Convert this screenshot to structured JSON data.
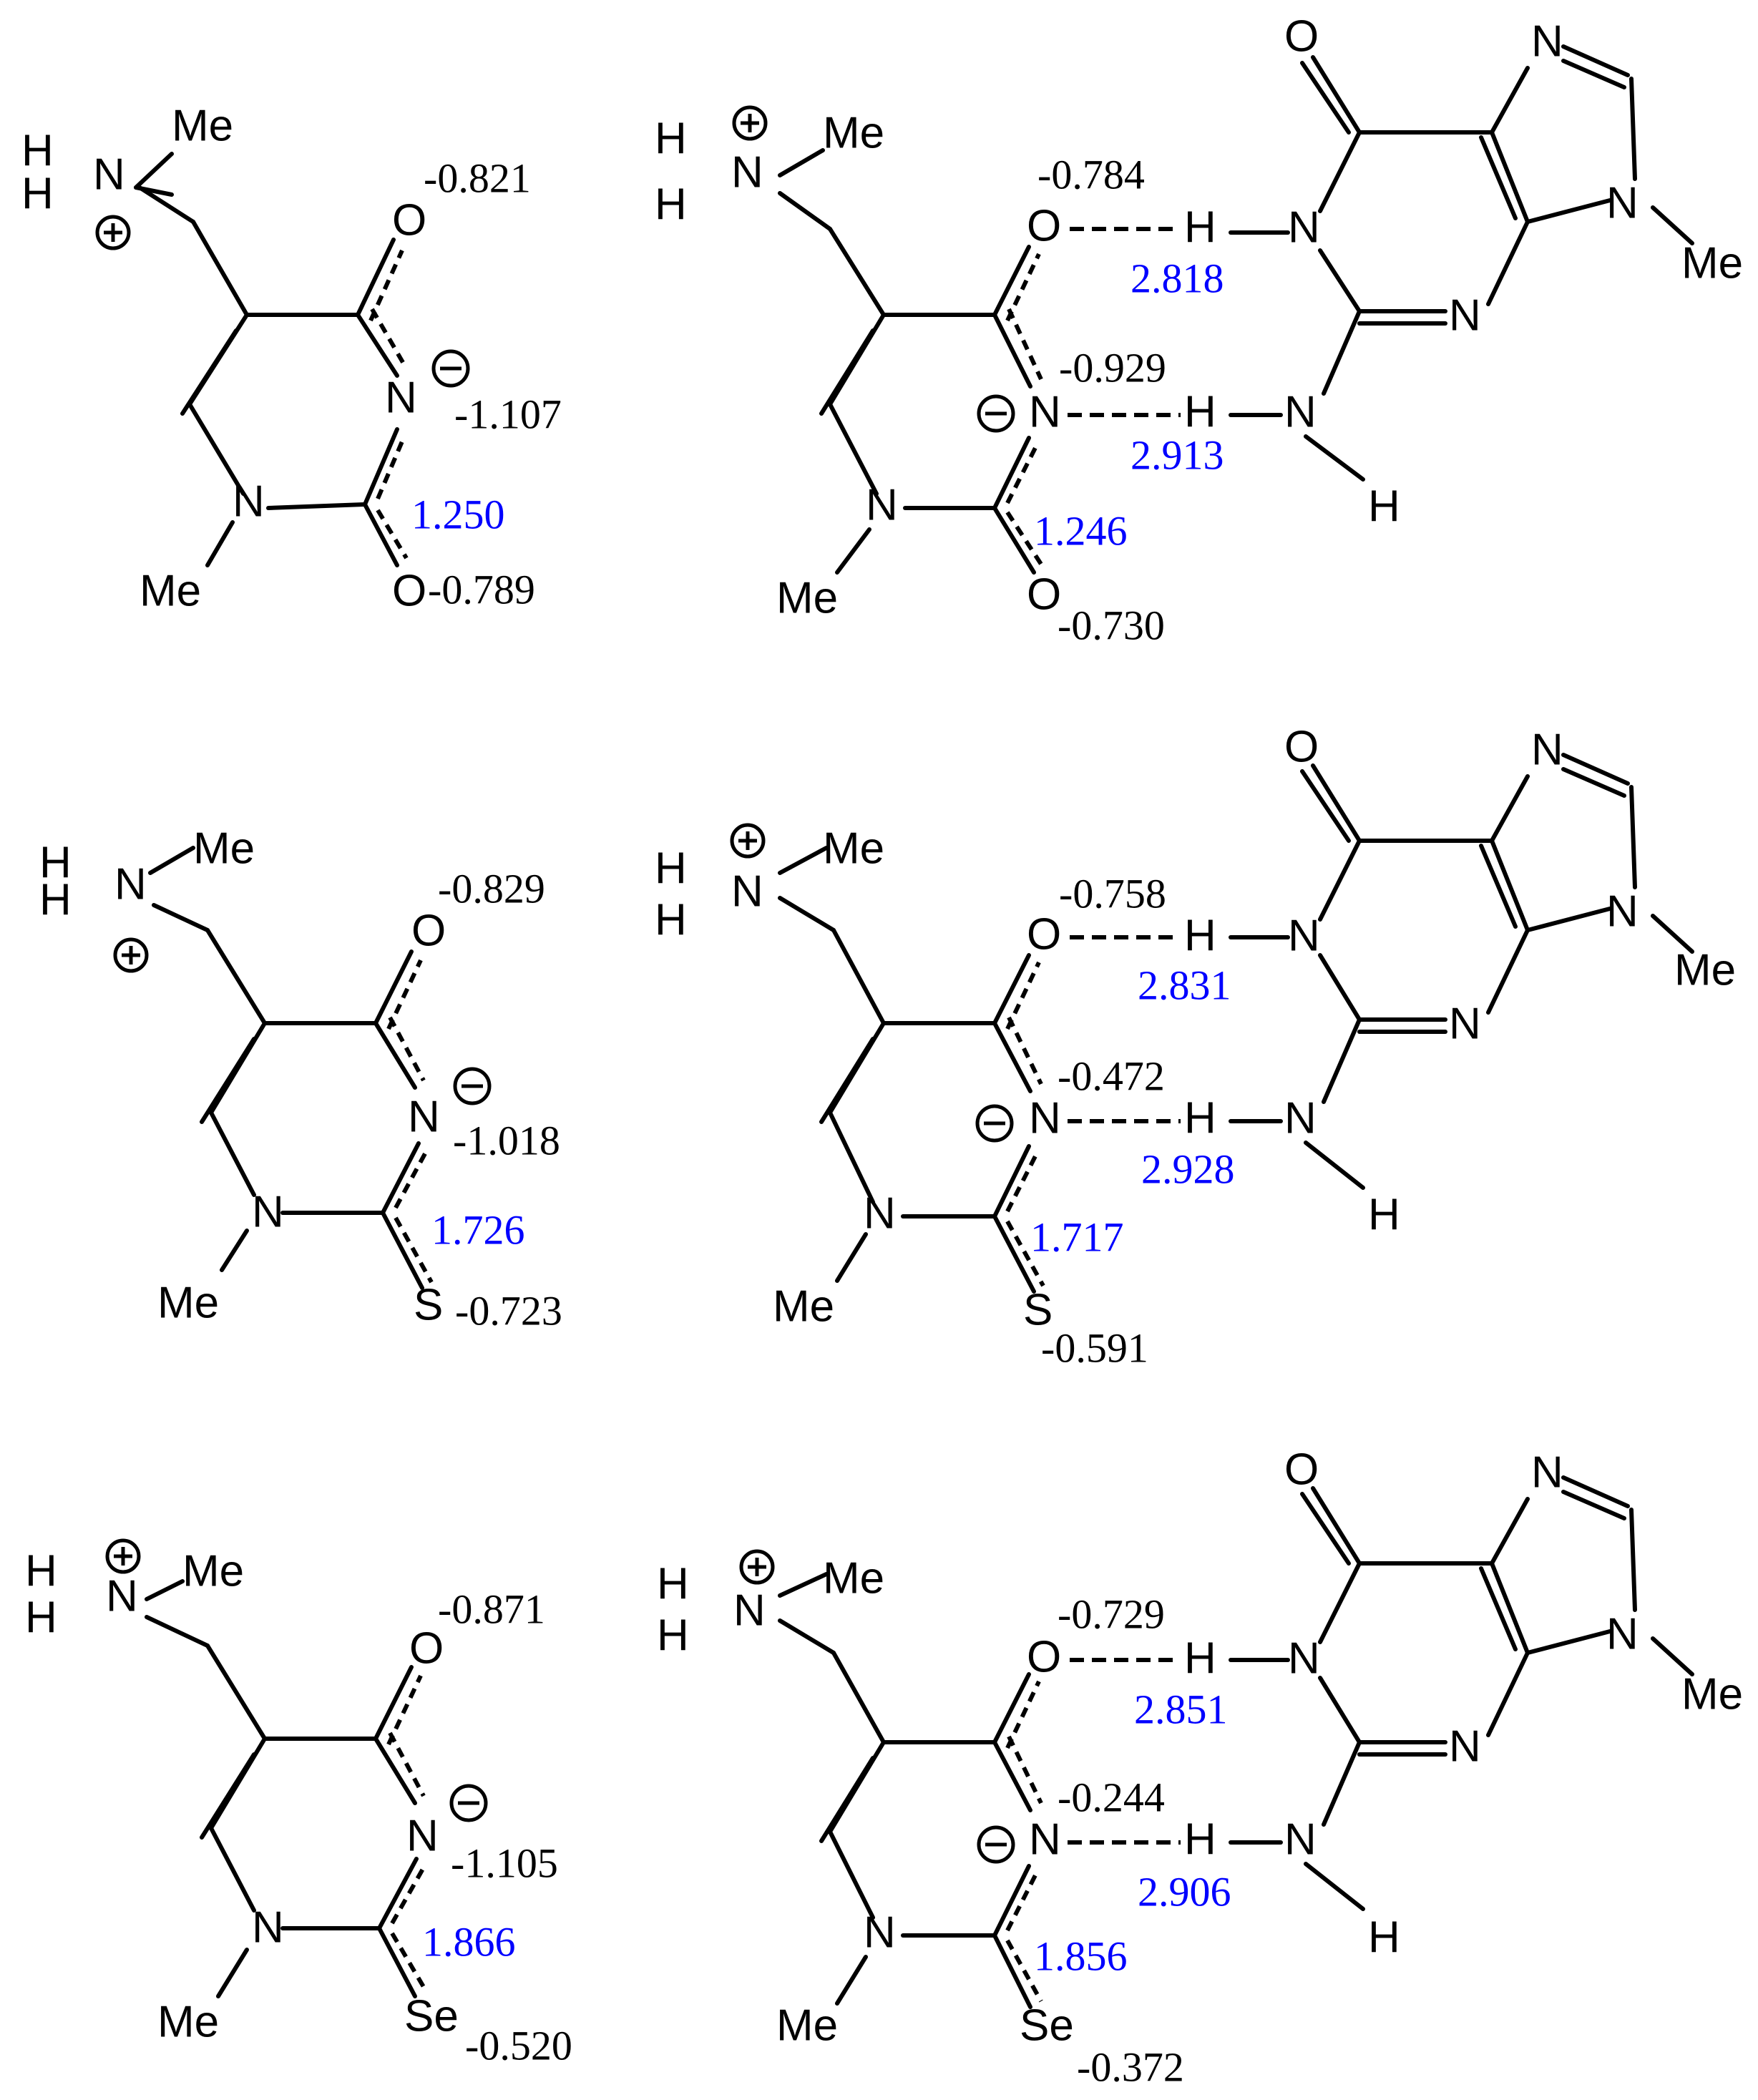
{
  "atoms": {
    "H": "H",
    "N": "N",
    "O": "O",
    "S": "S",
    "Se": "Se",
    "Me": "Me"
  },
  "panels": [
    {
      "atom_x": "O",
      "monomer": {
        "charge_O4": "-0.821",
        "charge_N3": "-1.107",
        "bond_C2X": "1.250",
        "charge_X": "-0.789"
      },
      "complex": {
        "charge_O4": "-0.784",
        "hb_O4": "2.818",
        "charge_N3": "-0.929",
        "hb_N3": "2.913",
        "bond_C2X": "1.246",
        "charge_X": "-0.730"
      }
    },
    {
      "atom_x": "S",
      "monomer": {
        "charge_O4": "-0.829",
        "charge_N3": "-1.018",
        "bond_C2X": "1.726",
        "charge_X": "-0.723"
      },
      "complex": {
        "charge_O4": "-0.758",
        "hb_O4": "2.831",
        "charge_N3": "-0.472",
        "hb_N3": "2.928",
        "bond_C2X": "1.717",
        "charge_X": "-0.591"
      }
    },
    {
      "atom_x": "Se",
      "monomer": {
        "charge_O4": "-0.871",
        "charge_N3": "-1.105",
        "bond_C2X": "1.866",
        "charge_X": "-0.520"
      },
      "complex": {
        "charge_O4": "-0.729",
        "hb_O4": "2.851",
        "charge_N3": "-0.244",
        "hb_N3": "2.906",
        "bond_C2X": "1.856",
        "charge_X": "-0.372"
      }
    }
  ]
}
